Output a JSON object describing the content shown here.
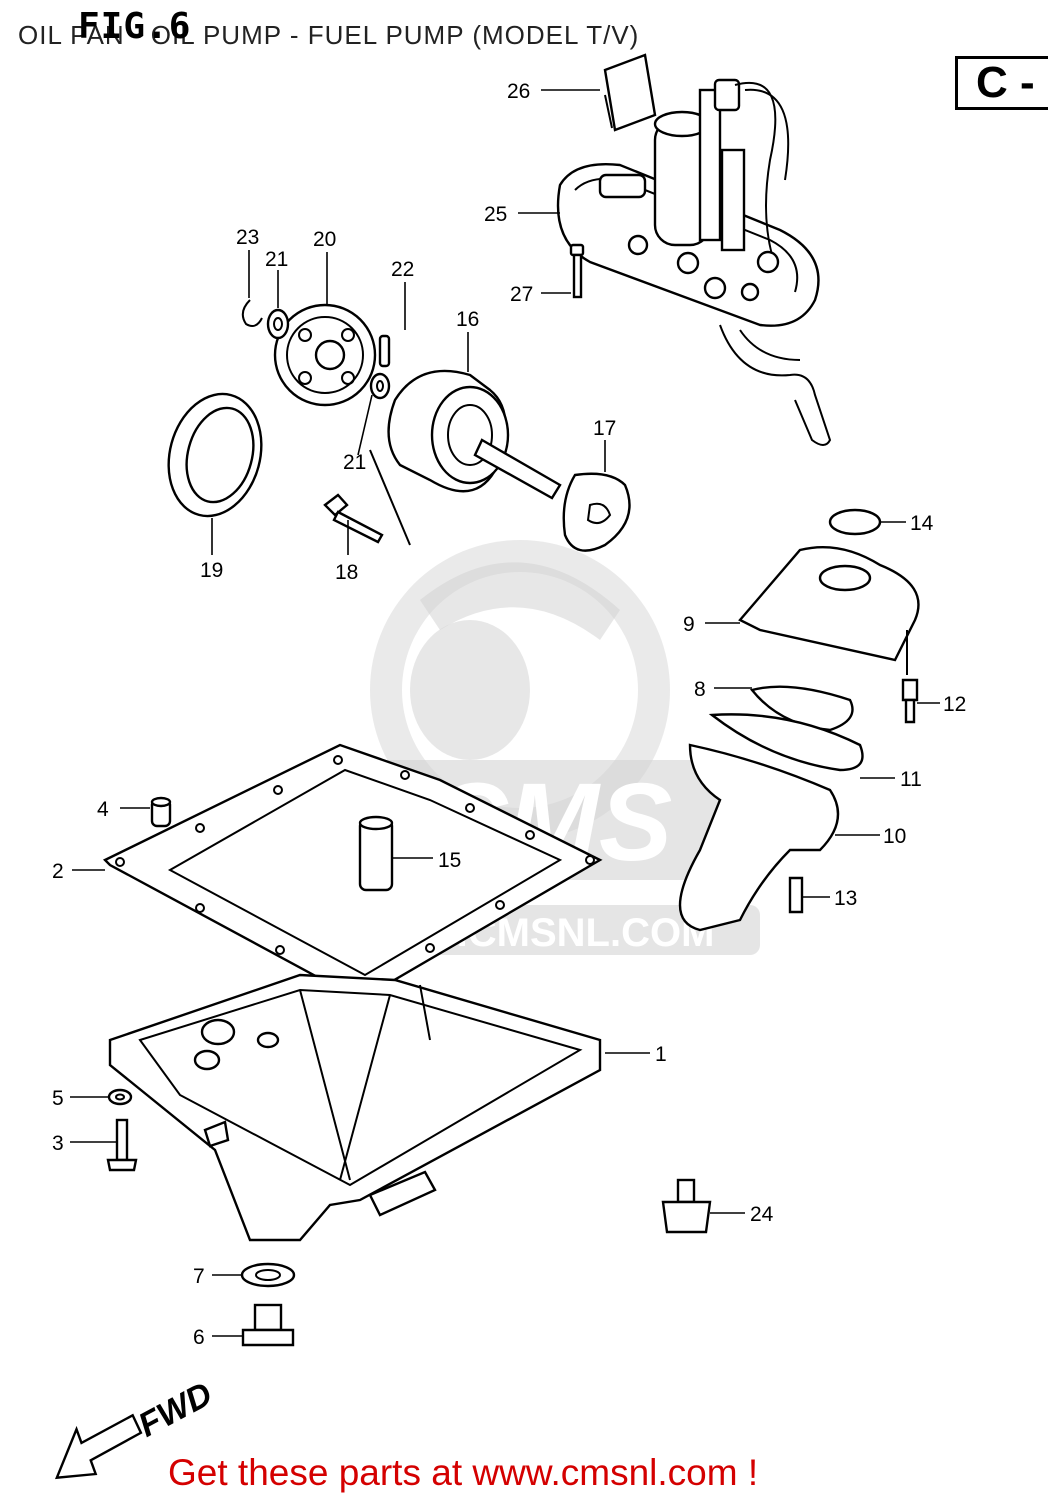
{
  "figure": {
    "fig_label": "FIG.6",
    "title": "OIL PAN - OIL PUMP - FUEL PUMP (MODEL T/V)",
    "section_tag": "C -",
    "direction_label": "FWD",
    "watermark_url": "WWW.CMSNL.COM",
    "watermark_brand": "CMS"
  },
  "footer": {
    "text": "Get these parts at www.cmsnl.com !"
  },
  "callouts": [
    {
      "id": "c1",
      "label": "1"
    },
    {
      "id": "c2",
      "label": "2"
    },
    {
      "id": "c3",
      "label": "3"
    },
    {
      "id": "c4",
      "label": "4"
    },
    {
      "id": "c5",
      "label": "5"
    },
    {
      "id": "c6",
      "label": "6"
    },
    {
      "id": "c7",
      "label": "7"
    },
    {
      "id": "c8",
      "label": "8"
    },
    {
      "id": "c9",
      "label": "9"
    },
    {
      "id": "c10",
      "label": "10"
    },
    {
      "id": "c11",
      "label": "11"
    },
    {
      "id": "c12",
      "label": "12"
    },
    {
      "id": "c13",
      "label": "13"
    },
    {
      "id": "c14",
      "label": "14"
    },
    {
      "id": "c15",
      "label": "15"
    },
    {
      "id": "c16",
      "label": "16"
    },
    {
      "id": "c17",
      "label": "17"
    },
    {
      "id": "c18",
      "label": "18"
    },
    {
      "id": "c19",
      "label": "19"
    },
    {
      "id": "c20",
      "label": "20"
    },
    {
      "id": "c21a",
      "label": "21"
    },
    {
      "id": "c21b",
      "label": "21"
    },
    {
      "id": "c22",
      "label": "22"
    },
    {
      "id": "c23",
      "label": "23"
    },
    {
      "id": "c24",
      "label": "24"
    },
    {
      "id": "c25",
      "label": "25"
    },
    {
      "id": "c26",
      "label": "26"
    },
    {
      "id": "c27",
      "label": "27"
    }
  ]
}
